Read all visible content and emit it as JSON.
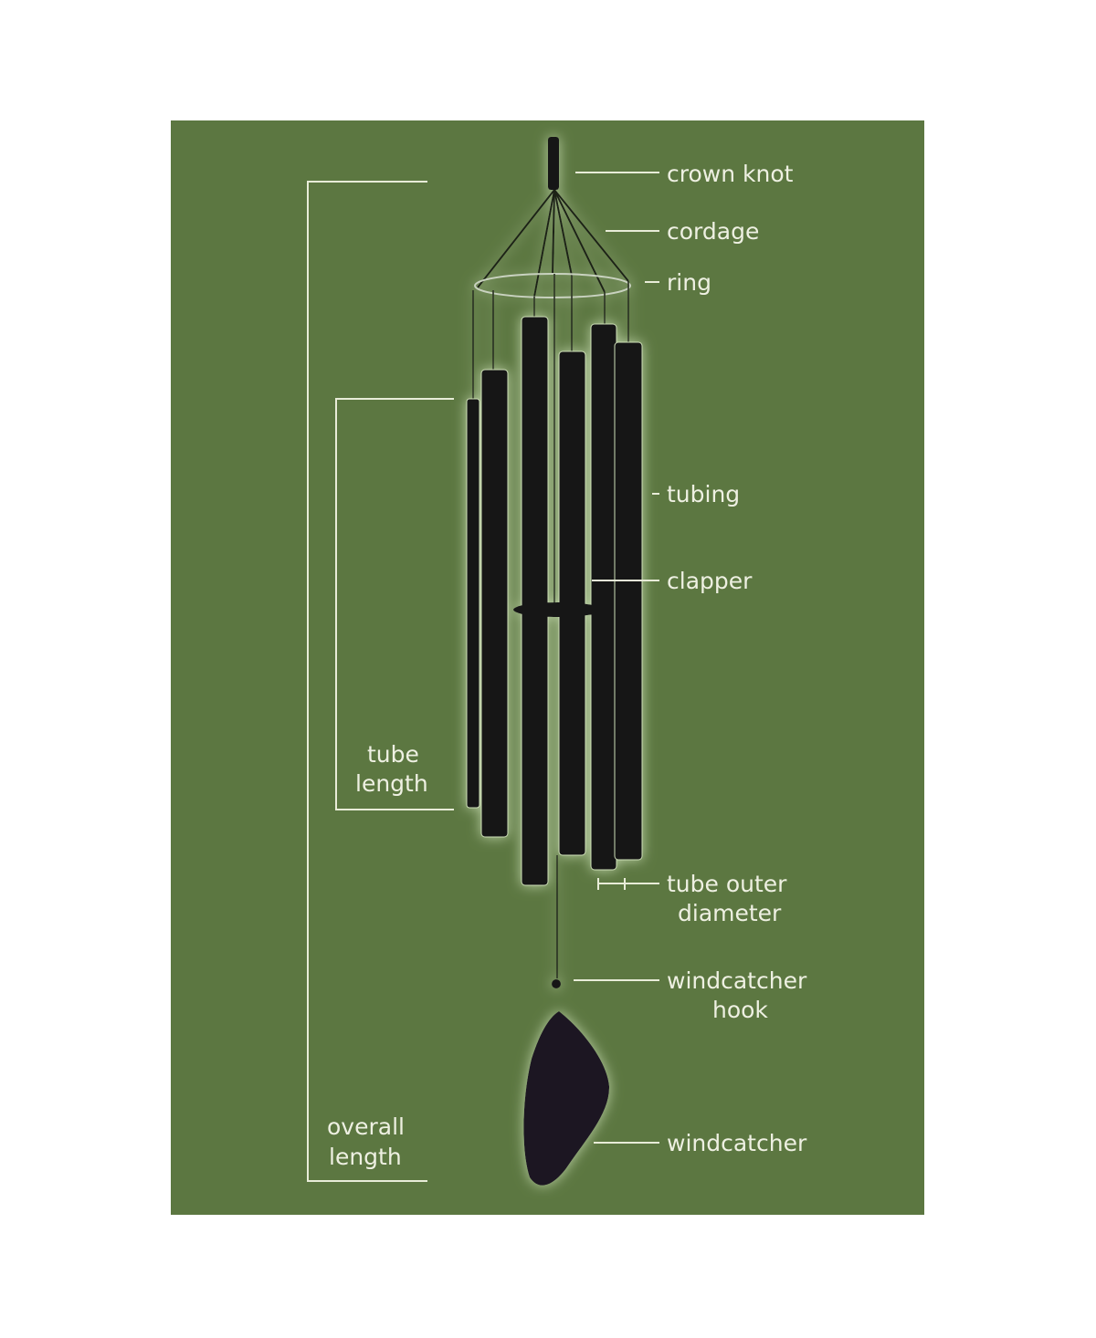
{
  "colors": {
    "background": "#5c7741",
    "chime": "#141318",
    "label_text": "#eef0e2"
  },
  "labels": {
    "crown_knot": "crown knot",
    "cordage": "cordage",
    "ring": "ring",
    "tubing": "tubing",
    "clapper": "clapper",
    "tube_outer_diameter": [
      "tube outer",
      "diameter"
    ],
    "windcatcher_hook": [
      "windcatcher",
      "hook"
    ],
    "windcatcher": "windcatcher",
    "tube_length": [
      "tube",
      "length"
    ],
    "overall_length": [
      "overall",
      "length"
    ]
  }
}
